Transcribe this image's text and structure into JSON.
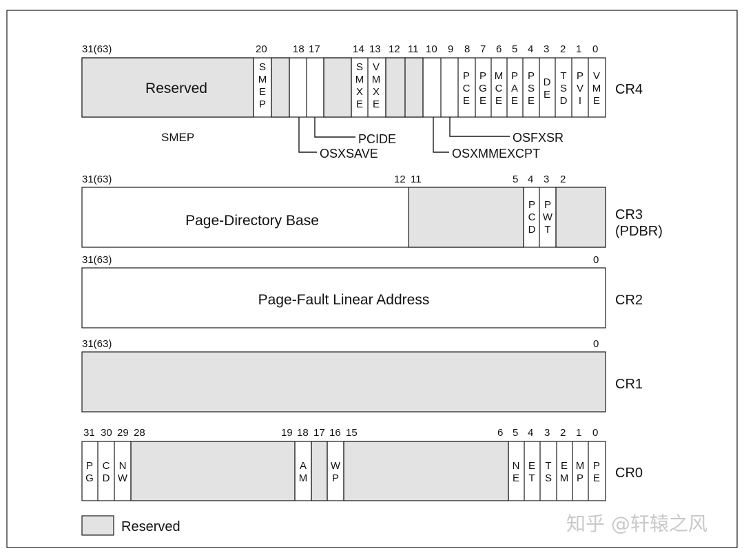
{
  "registers": {
    "cr4": {
      "name": "CR4",
      "bit_numbers": [
        "31(63)",
        "20",
        "18",
        "17",
        "14",
        "13",
        "12",
        "11",
        "10",
        "9",
        "8",
        "7",
        "6",
        "5",
        "4",
        "3",
        "2",
        "1",
        "0"
      ],
      "reserved_label": "Reserved",
      "smep_label": "SMEP",
      "vertical_fields": [
        "SMEP",
        "SMXE",
        "VMXE",
        "PCE",
        "PGE",
        "MCE",
        "PAE",
        "PSE",
        "DE",
        "TSD",
        "PVI",
        "VME"
      ],
      "callouts": [
        "PCIDE",
        "OSXSAVE",
        "OSFXSR",
        "OSXMMEXCPT"
      ]
    },
    "cr3": {
      "name": "CR3",
      "subname": "(PDBR)",
      "bit_numbers": [
        "31(63)",
        "12",
        "11",
        "5",
        "4",
        "3",
        "2"
      ],
      "field_label": "Page-Directory Base",
      "vertical_fields": [
        "PCD",
        "PWT"
      ]
    },
    "cr2": {
      "name": "CR2",
      "bit_numbers": [
        "31(63)",
        "0"
      ],
      "field_label": "Page-Fault Linear Address"
    },
    "cr1": {
      "name": "CR1",
      "bit_numbers": [
        "31(63)",
        "0"
      ]
    },
    "cr0": {
      "name": "CR0",
      "bit_numbers": [
        "31",
        "30",
        "29",
        "28",
        "19",
        "18",
        "17",
        "16",
        "15",
        "6",
        "5",
        "4",
        "3",
        "2",
        "1",
        "0"
      ],
      "vertical_fields": [
        "PG",
        "CD",
        "NW",
        "AM",
        "WP",
        "NE",
        "ET",
        "TS",
        "EM",
        "MP",
        "PE"
      ]
    }
  },
  "legend": {
    "label": "Reserved"
  },
  "watermark": "知乎 @轩辕之风",
  "colors": {
    "reserved_fill": "#e3e3e3",
    "line": "#1a1a1a",
    "background": "#ffffff",
    "watermark": "#c9c9c9"
  }
}
